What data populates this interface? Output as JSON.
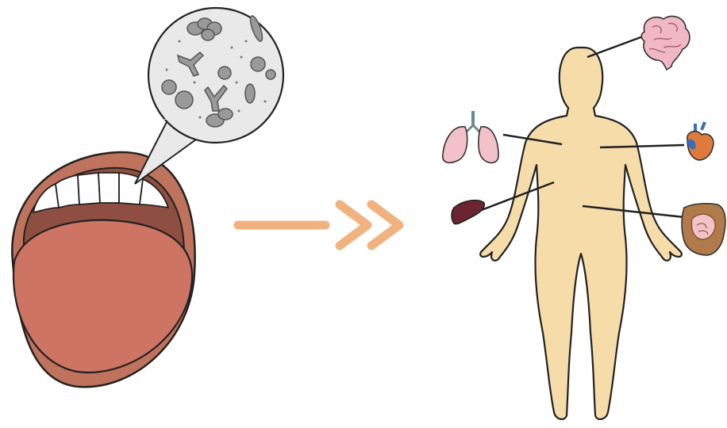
{
  "diagram": {
    "left_panel": {
      "subject": "mouth",
      "callout_contents": "oral-microbes"
    },
    "connector": {
      "icon": "double-chevron-arrow",
      "color": "#f2b27f"
    },
    "right_panel": {
      "subject": "human-body",
      "organs": [
        {
          "id": "brain",
          "icon": "brain-icon"
        },
        {
          "id": "lungs",
          "icon": "lungs-icon"
        },
        {
          "id": "heart",
          "icon": "heart-icon"
        },
        {
          "id": "liver",
          "icon": "liver-icon"
        },
        {
          "id": "intestines",
          "icon": "intestines-icon"
        }
      ]
    },
    "colors": {
      "lips": "#c0735c",
      "tongue": "#cd7562",
      "throat": "#8e4f42",
      "teeth": "#ffffff",
      "bubble": "#e9e9e9",
      "microbe": "#9a9a9a",
      "body_skin": "#f5dca8",
      "outline": "#222222"
    }
  }
}
